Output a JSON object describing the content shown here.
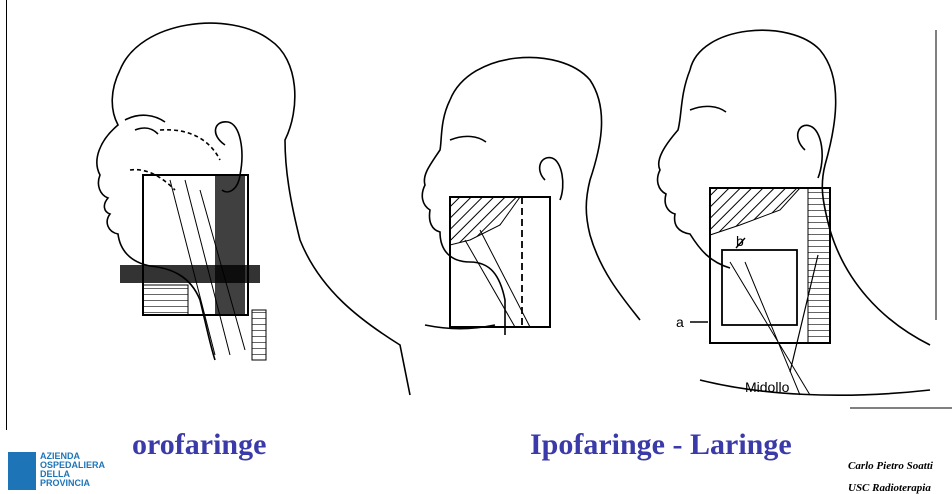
{
  "captions": {
    "left": "orofaringe",
    "right": "Ipofaringe - Laringe"
  },
  "figure_labels": {
    "a": "a",
    "b": "b",
    "midollo": "Midollo"
  },
  "author": {
    "name": "Carlo Pietro Soatti",
    "unit": "USC Radioterapia"
  },
  "logo": {
    "lines": [
      "AZIENDA",
      "OSPEDALIERA",
      "DELLA",
      "PROVINCIA"
    ]
  },
  "colors": {
    "caption": "#3a3aa8",
    "logo": "#1d75b8"
  }
}
